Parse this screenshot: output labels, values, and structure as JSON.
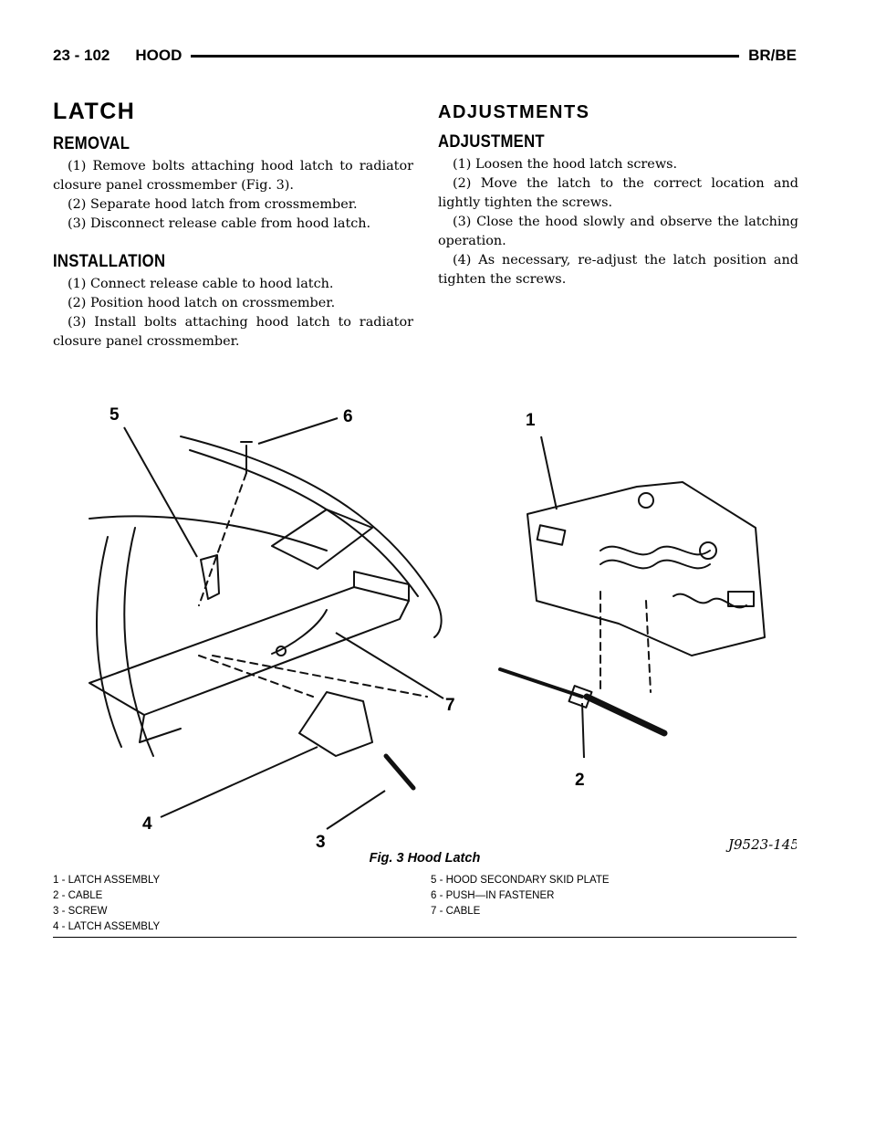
{
  "header": {
    "page": "23 - 102",
    "section": "HOOD",
    "model": "BR/BE"
  },
  "left": {
    "title": "LATCH",
    "removal_heading": "REMOVAL",
    "removal_steps": [
      "(1) Remove bolts attaching hood latch to radiator closure panel crossmember (Fig. 3).",
      "(2) Separate hood latch from crossmember.",
      "(3) Disconnect release cable from hood latch."
    ],
    "installation_heading": "INSTALLATION",
    "installation_steps": [
      "(1) Connect release cable to hood latch.",
      "(2) Position hood latch on crossmember.",
      "(3) Install bolts attaching hood latch to radiator closure panel crossmember."
    ]
  },
  "right": {
    "title": "ADJUSTMENTS",
    "adjustment_heading": "ADJUSTMENT",
    "adjustment_steps": [
      "(1) Loosen the hood latch screws.",
      "(2) Move the latch to the correct location and lightly tighten the screws.",
      "(3) Close the hood slowly and observe the latching operation.",
      "(4) As necessary, re-adjust the latch position and tighten the screws."
    ]
  },
  "figure": {
    "caption": "Fig. 3 Hood Latch",
    "drawing_id": "J9523-145",
    "callouts": [
      "1",
      "2",
      "3",
      "4",
      "5",
      "6",
      "7"
    ],
    "legend_left": [
      "1 - LATCH ASSEMBLY",
      "2 - CABLE",
      "3 - SCREW",
      "4 - LATCH ASSEMBLY"
    ],
    "legend_right": [
      "5 - HOOD SECONDARY SKID PLATE",
      "6 - PUSH—IN FASTENER",
      "7 - CABLE"
    ]
  }
}
